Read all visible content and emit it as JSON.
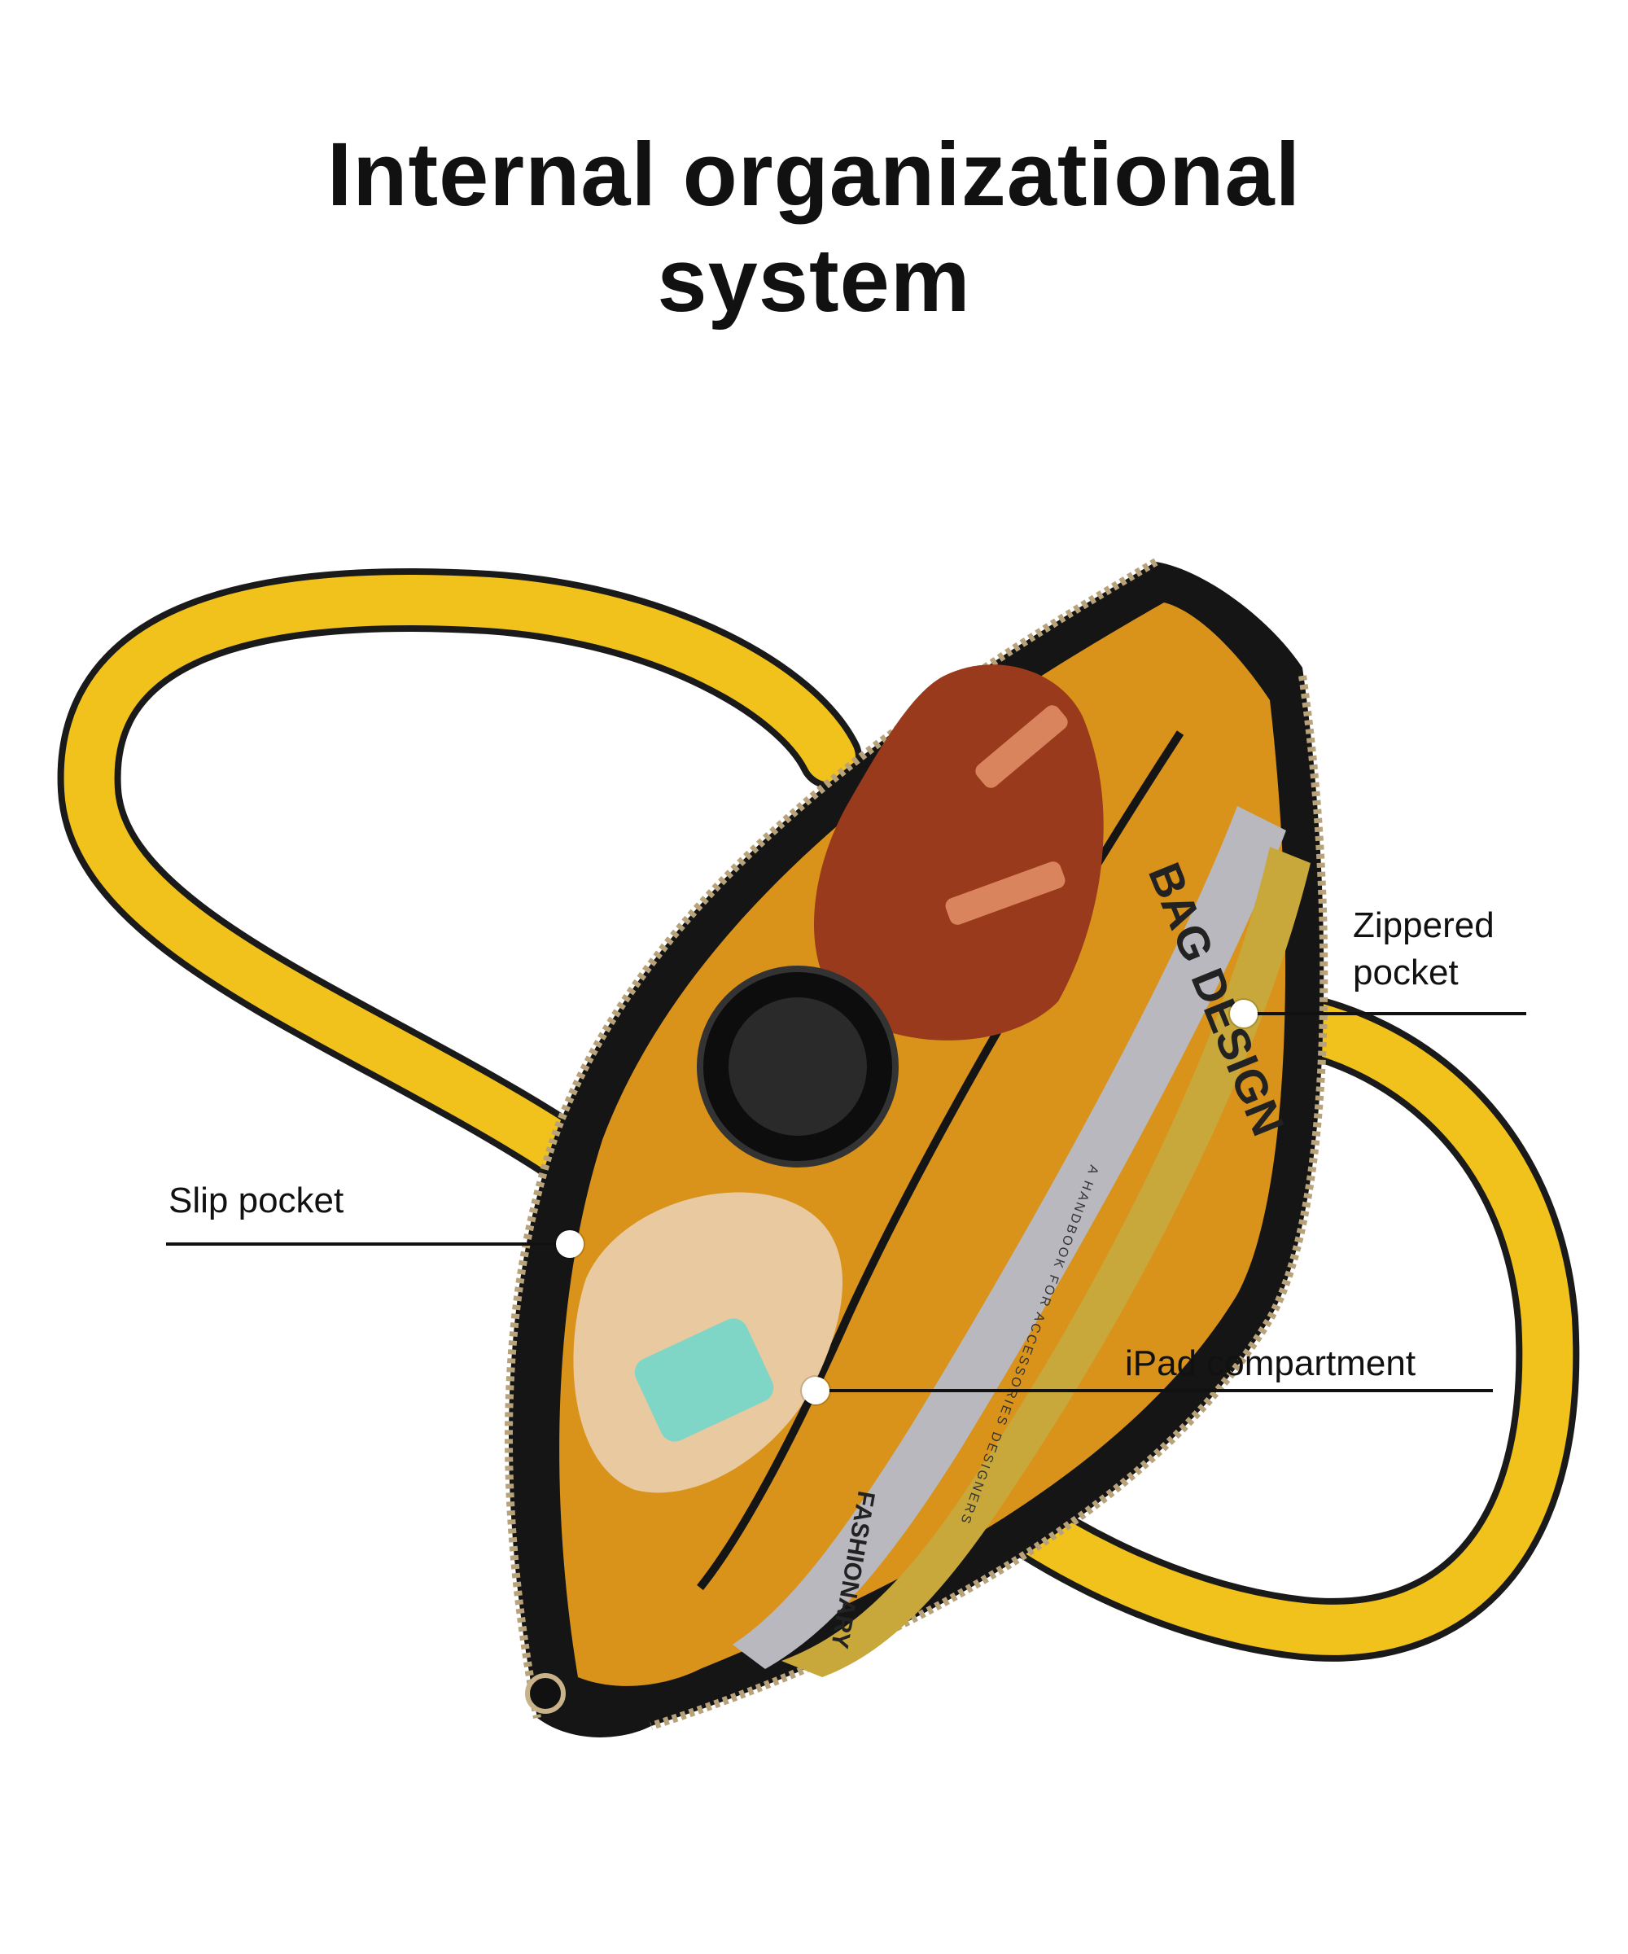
{
  "title": {
    "line1": "Internal organizational",
    "line2": "system"
  },
  "callouts": {
    "zippered": {
      "line1": "Zippered",
      "line2": "pocket"
    },
    "slip": {
      "label": "Slip pocket"
    },
    "ipad": {
      "label": "iPad compartment"
    }
  },
  "book": {
    "title": "BAG DESIGN",
    "subtitle": "A HANDBOOK FOR ACCESSORIES DESIGNERS",
    "brand": "FASHIONARY"
  },
  "colors": {
    "strap": "#f2c21c",
    "lining": "#d9931a",
    "shell": "#151515",
    "pouch": "#9a3a1c",
    "book": "#c8a83a"
  }
}
